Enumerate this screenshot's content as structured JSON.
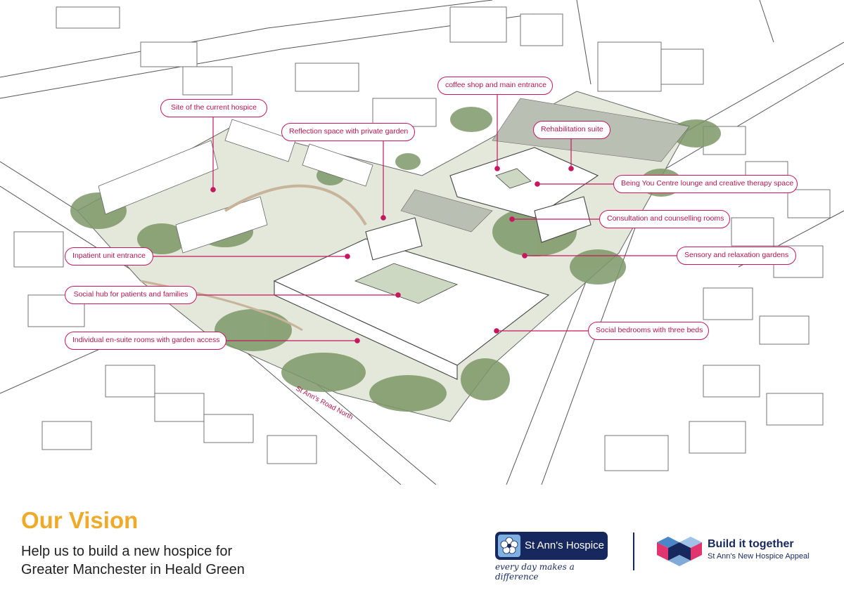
{
  "callouts": [
    {
      "id": "site-current-hospice",
      "label": "Site of the current hospice"
    },
    {
      "id": "reflection-space",
      "label": "Reflection space with private garden"
    },
    {
      "id": "coffee-shop",
      "label": "coffee shop and main entrance"
    },
    {
      "id": "rehabilitation-suite",
      "label": "Rehabilitation suite"
    },
    {
      "id": "being-you-centre",
      "label": "Being You Centre lounge and creative therapy space"
    },
    {
      "id": "consultation-rooms",
      "label": "Consultation and counselling rooms"
    },
    {
      "id": "sensory-gardens",
      "label": "Sensory and relaxation gardens"
    },
    {
      "id": "inpatient-entrance",
      "label": "Inpatient unit entrance"
    },
    {
      "id": "social-hub",
      "label": "Social hub for patients and families"
    },
    {
      "id": "social-bedrooms",
      "label": "Social bedrooms with three beds"
    },
    {
      "id": "ensuite-rooms",
      "label": "Individual en-suite rooms with garden access"
    }
  ],
  "road_label": "St Ann's Road North",
  "footer": {
    "title": "Our Vision",
    "subtitle_line1": "Help us to build a new hospice for",
    "subtitle_line2": "Greater Manchester in Heald Green"
  },
  "logos": {
    "hospice_name": "St Ann's Hospice",
    "hospice_tagline": "every day makes a difference",
    "appeal_title": "Build it together",
    "appeal_subtitle": "St Ann's New Hospice Appeal"
  },
  "colors": {
    "accent": "#c6175f",
    "title": "#efaa2a",
    "navy": "#17285f",
    "greenery": "#7d9868"
  }
}
